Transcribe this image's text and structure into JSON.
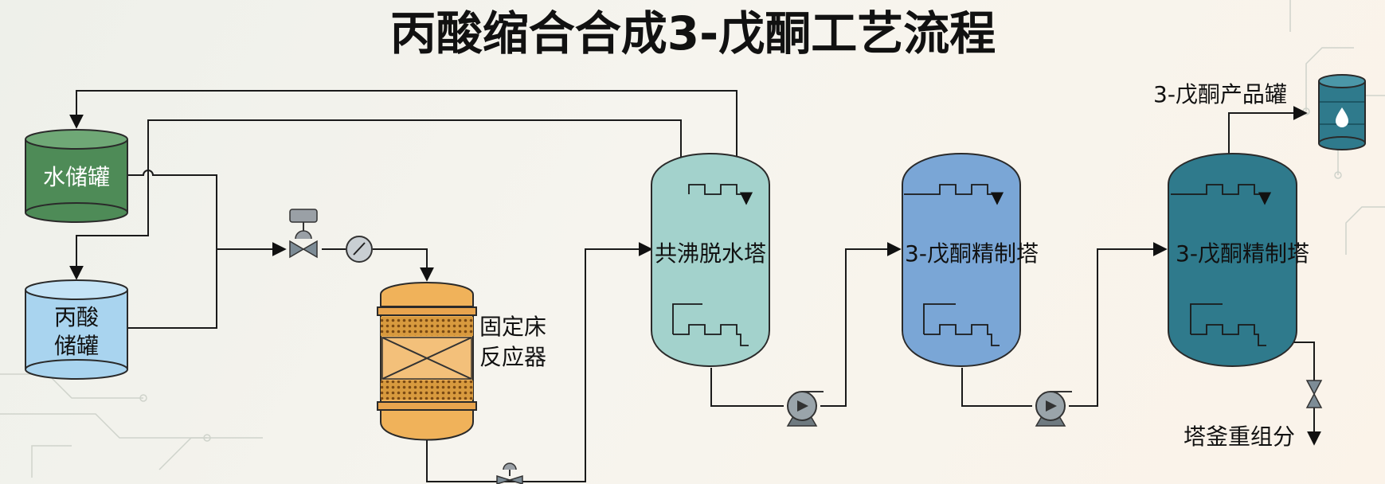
{
  "title": "丙酸缩合合成3-戊酮工艺流程",
  "water_tank": {
    "label": "水储罐",
    "color": "#4e8b57"
  },
  "propionic_tank": {
    "label_line1": "丙酸",
    "label_line2": "储罐",
    "color": "#a9d4ef"
  },
  "reactor": {
    "label_line1": "固定床",
    "label_line2": "反应器",
    "color": "#f0b25a"
  },
  "column1": {
    "label": "共沸脱水塔",
    "color": "#a3d2cc"
  },
  "column2": {
    "label": "3-戊酮精制塔",
    "color": "#7aa6d6"
  },
  "column3": {
    "label": "3-戊酮精制塔",
    "color": "#2f7a8c"
  },
  "product": {
    "label": "3-戊酮产品罐",
    "color": "#2f7a8c"
  },
  "bottoms": {
    "label": "塔釜重组分"
  },
  "icons": [
    "control-valve-icon",
    "pressure-gauge-icon",
    "centrifugal-pump-icon",
    "gate-valve-icon",
    "oil-drop-icon"
  ]
}
